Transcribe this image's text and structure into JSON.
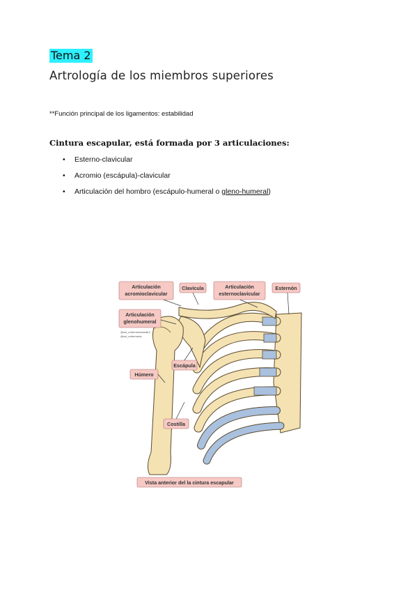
{
  "header": {
    "tema": "Tema 2",
    "title": "Artrología de los miembros superiores"
  },
  "note": "**Función principal de los ligamentos: estabilidad",
  "section": {
    "heading": "Cintura escapular, está formada por 3 articulaciones:",
    "items": [
      {
        "text": "Esterno-clavicular"
      },
      {
        "text": "Acromio (escápula)-clavicular"
      },
      {
        "prefix": "Articulación del hombro (escápulo-humeral o ",
        "underlined": "gleno-humeral",
        "suffix": ")"
      }
    ]
  },
  "figure": {
    "labels": {
      "acromio_1": "Articulación",
      "acromio_2": "acromioclavicular",
      "clavicula": "Clavícula",
      "esterno_1": "Articulación",
      "esterno_2": "esternoclavicular",
      "esternon": "Esternón",
      "gleno_1": "Articulación",
      "gleno_2": "glenohumeral",
      "escapula": "Escápula",
      "humero": "Húmero",
      "costilla": "Costilla",
      "caption": "Vista anterior del la cintura escapular",
      "watermark_1": "@sol_enfermeramindful",
      "watermark_2": "@sol_enfermeria"
    },
    "colors": {
      "bone": "#f5e2b3",
      "bone_stroke": "#5a4a2e",
      "cartilage": "#a9c1df",
      "label_bg": "#f6c9c4"
    }
  }
}
